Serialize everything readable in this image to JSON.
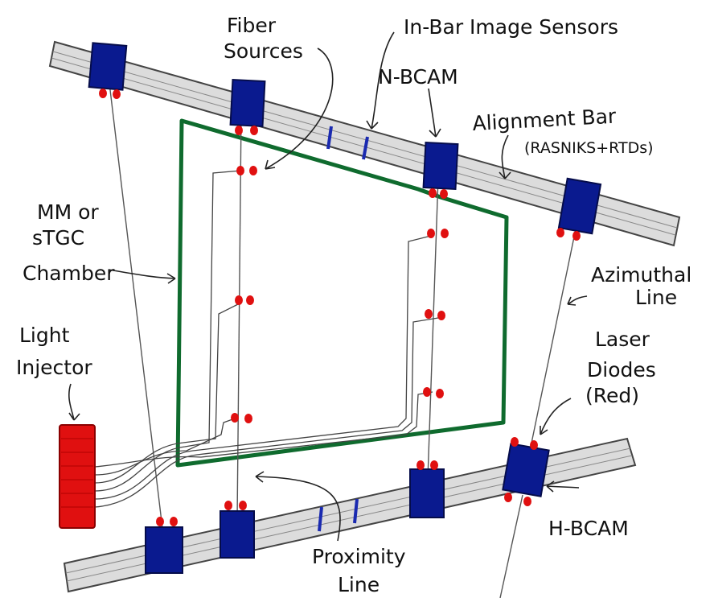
{
  "labels": {
    "fiber_sources": [
      "Fiber",
      "Sources"
    ],
    "in_bar_sensors": "In-Bar Image Sensors",
    "n_bcam": "N-BCAM",
    "alignment_bar": [
      "Alignment Bar",
      "(RASNIKS+RTDs)"
    ],
    "chamber": [
      "MM or",
      "sTGC",
      "Chamber"
    ],
    "azimuthal_line": [
      "Azimuthal",
      "Line"
    ],
    "light_injector": [
      "Light",
      "Injector"
    ],
    "laser_diodes": [
      "Laser",
      "Diodes",
      "(Red)"
    ],
    "h_bcam": "H-BCAM",
    "proximity_line": [
      "Proximity",
      "Line"
    ]
  },
  "colors": {
    "chamber": "#0f6b2e",
    "bcam": "#0a1a8f",
    "laser": "#e01010",
    "bar": "#dcdcdc"
  }
}
